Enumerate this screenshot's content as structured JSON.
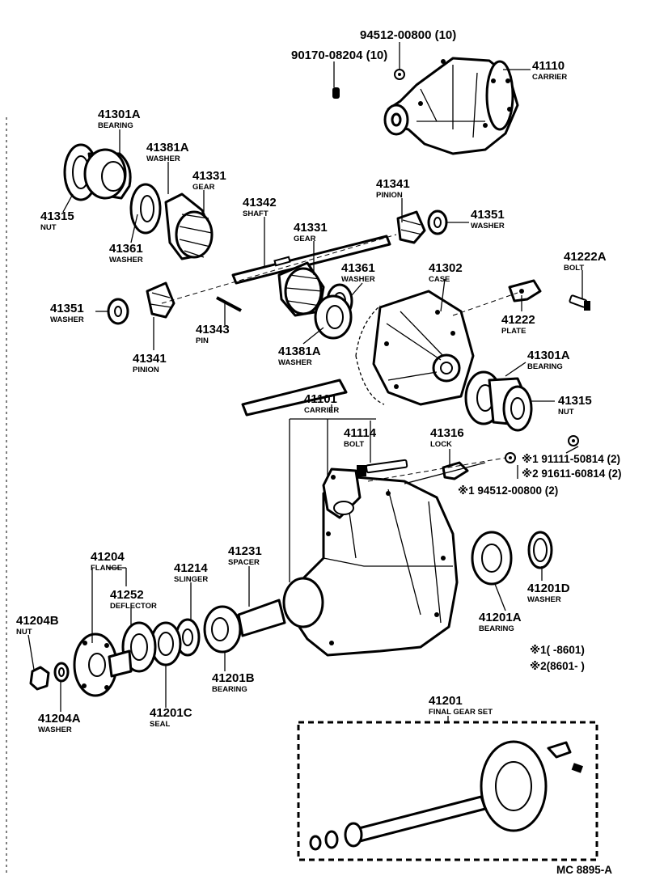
{
  "labels": [
    {
      "part": "94512-00800 (10)"
    },
    {
      "part": "90170-08204 (10)"
    },
    {
      "part": "41110",
      "name": "CARRIER"
    },
    {
      "part": "41301A",
      "name": "BEARING"
    },
    {
      "part": "41381A",
      "name": "WASHER"
    },
    {
      "part": "41331",
      "name": "GEAR"
    },
    {
      "part": "41315",
      "name": "NUT"
    },
    {
      "part": "41361",
      "name": "WASHER"
    },
    {
      "part": "41342",
      "name": "SHAFT"
    },
    {
      "part": "41331",
      "name": "GEAR"
    },
    {
      "part": "41341",
      "name": "PINION"
    },
    {
      "part": "41351",
      "name": "WASHER"
    },
    {
      "part": "41361",
      "name": "WASHER"
    },
    {
      "part": "41302",
      "name": "CASE"
    },
    {
      "part": "41222A",
      "name": "BOLT"
    },
    {
      "part": "41351",
      "name": "WASHER"
    },
    {
      "part": "41343",
      "name": "PIN"
    },
    {
      "part": "41341",
      "name": "PINION"
    },
    {
      "part": "41381A",
      "name": "WASHER"
    },
    {
      "part": "41222",
      "name": "PLATE"
    },
    {
      "part": "41301A",
      "name": "BEARING"
    },
    {
      "part": "41315",
      "name": "NUT"
    },
    {
      "part": "41101",
      "name": "CARRIER"
    },
    {
      "part": "41114",
      "name": "BOLT"
    },
    {
      "part": "41316",
      "name": "LOCK"
    },
    {
      "part": "41204",
      "name": "FLANGE"
    },
    {
      "part": "41252",
      "name": "DEFLECTOR"
    },
    {
      "part": "41214",
      "name": "SLINGER"
    },
    {
      "part": "41231",
      "name": "SPACER"
    },
    {
      "part": "41201D",
      "name": "WASHER"
    },
    {
      "part": "41204B",
      "name": "NUT"
    },
    {
      "part": "41201A",
      "name": "BEARING"
    },
    {
      "part": "41201B",
      "name": "BEARING"
    },
    {
      "part": "41204A",
      "name": "WASHER"
    },
    {
      "part": "41201C",
      "name": "SEAL"
    },
    {
      "part": "41201",
      "name": "FINAL GEAR SET"
    }
  ],
  "alt_parts": {
    "line1": "※1 91111-50814 (2)",
    "line2": "※2 91611-60814 (2)",
    "line3": "※1 94512-00800 (2)"
  },
  "footnotes": {
    "note1": "※1(      -8601)",
    "note2": "※2(8601-      )"
  },
  "diagram_code": "MC 8895-A"
}
